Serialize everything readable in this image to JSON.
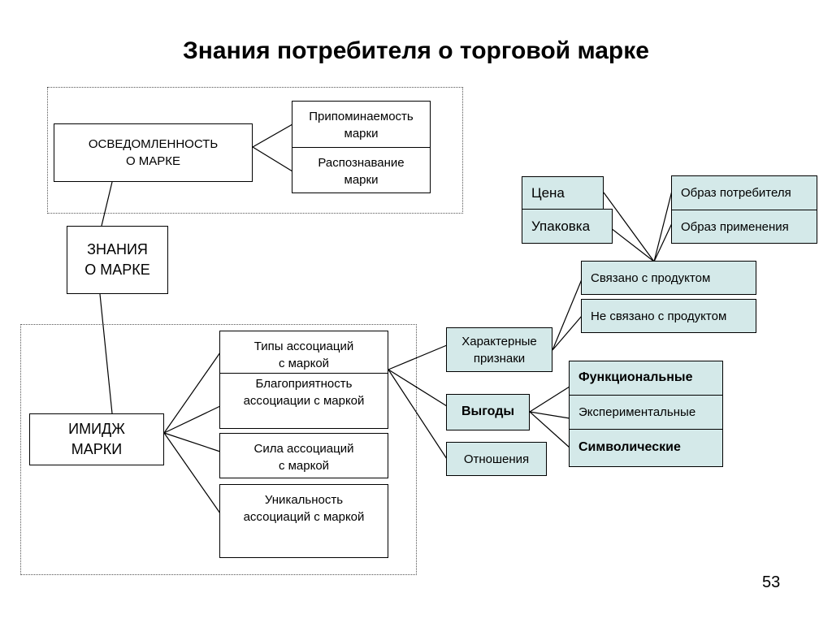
{
  "title": "Знания потребителя о торговой марке",
  "page_number": "53",
  "nodes": {
    "awareness": "ОСВЕДОМЛЕННОСТЬ\nО МАРКЕ",
    "recall": "Припоминаемость\nмарки",
    "recognition": "Распознавание\nмарки",
    "knowledge": "ЗНАНИЯ\nО МАРКЕ",
    "image": "ИМИДЖ\nМАРКИ",
    "assoc_types": "Типы ассоциаций\nс маркой",
    "assoc_favor": "Благоприятность\nассоциации с маркой",
    "assoc_strength": "Сила ассоциаций\nс маркой",
    "assoc_unique": "Уникальность\nассоциаций с маркой",
    "attributes": "Характерные\nпризнаки",
    "benefits": "Выгоды",
    "attitudes": "Отношения",
    "price": "Цена",
    "packaging": "Упаковка",
    "user_image": "Образ потребителя",
    "usage_image": "Образ применения",
    "product_related": "Связано с продуктом",
    "non_product_related": "Не связано с продуктом",
    "functional": "Функциональные",
    "experiential": "Экспериментальные",
    "symbolic": "Символические"
  },
  "colors": {
    "teal_fill": "#d4e9e9",
    "line": "#000000"
  }
}
